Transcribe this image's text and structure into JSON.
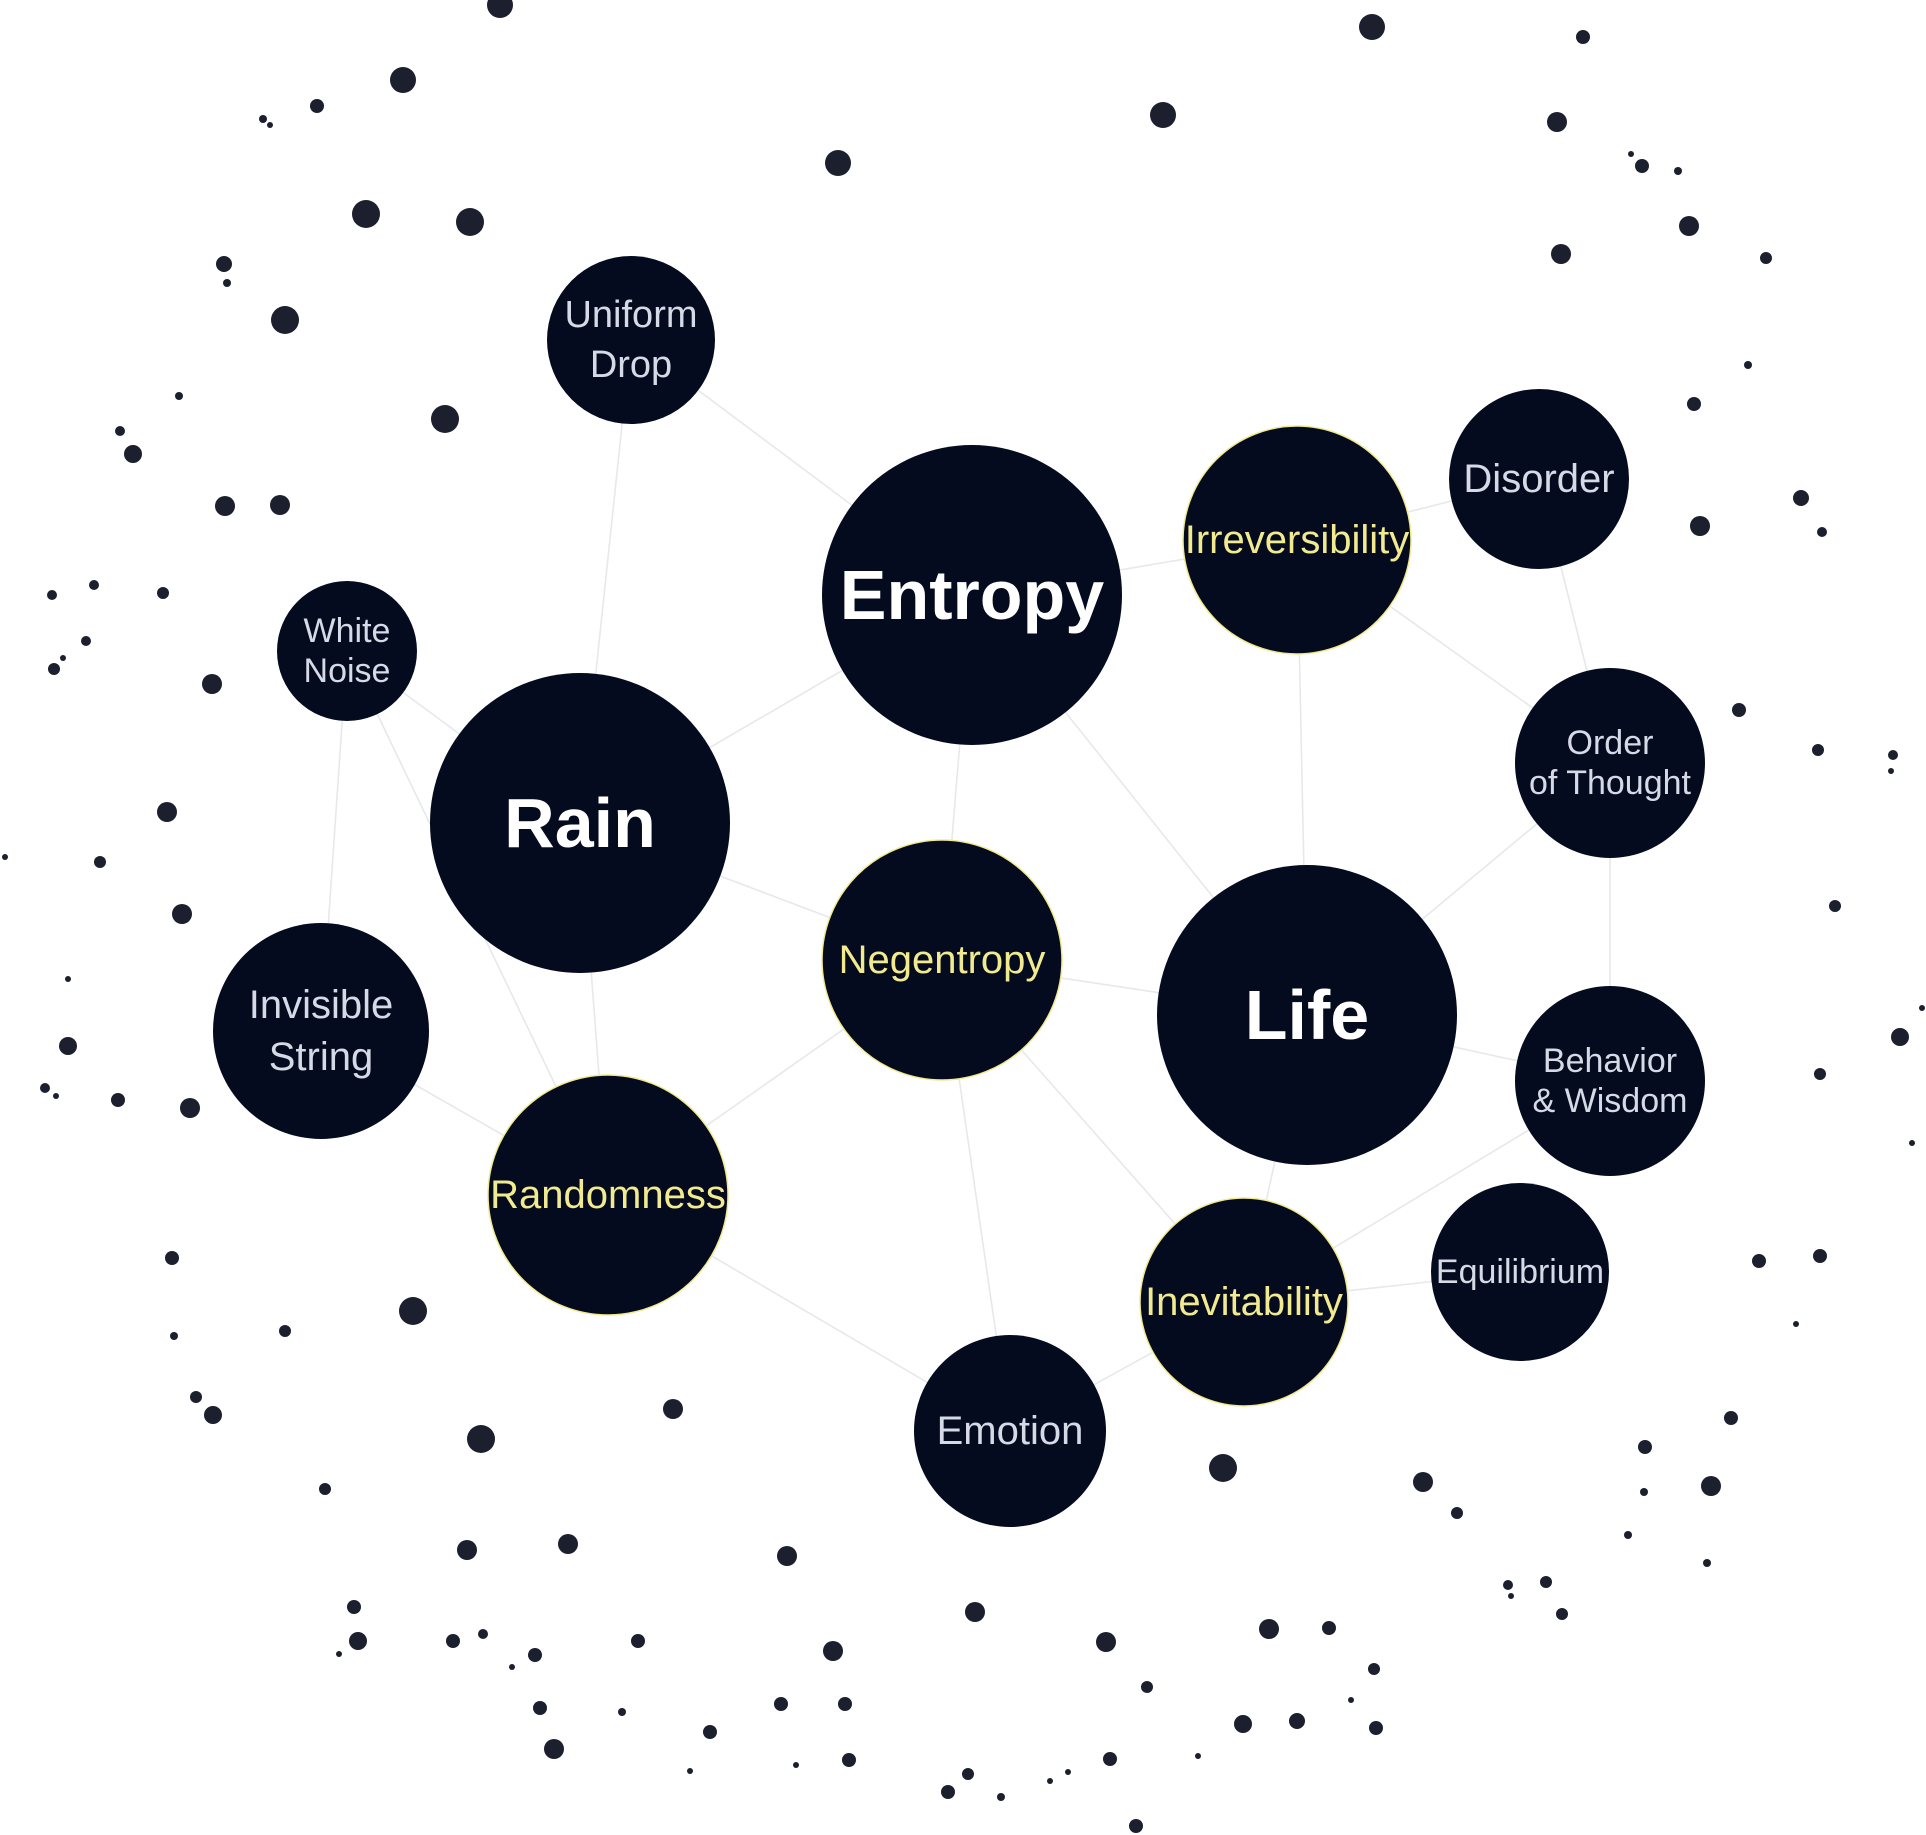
{
  "colors": {
    "background": "#ffffff",
    "node_fill": "#040b1e",
    "dot_fill": "#1c1f2e",
    "edge": "#e6e8ec",
    "label_primary": "#ffffff",
    "label_secondary": "#d6dae6",
    "label_highlight": "#f2ea8f"
  },
  "nodes": [
    {
      "id": "entropy",
      "lines": [
        "Entropy"
      ],
      "tier": "primary"
    },
    {
      "id": "rain",
      "lines": [
        "Rain"
      ],
      "tier": "primary"
    },
    {
      "id": "life",
      "lines": [
        "Life"
      ],
      "tier": "primary"
    },
    {
      "id": "negentropy",
      "lines": [
        "Negentropy"
      ],
      "tier": "highlight"
    },
    {
      "id": "irreversibility",
      "lines": [
        "Irreversibility"
      ],
      "tier": "highlight"
    },
    {
      "id": "randomness",
      "lines": [
        "Randomness"
      ],
      "tier": "highlight"
    },
    {
      "id": "inevitability",
      "lines": [
        "Inevitability"
      ],
      "tier": "highlight"
    },
    {
      "id": "uniform-drop",
      "lines": [
        "Uniform",
        "Drop"
      ],
      "tier": "secondary"
    },
    {
      "id": "white-noise",
      "lines": [
        "White",
        "Noise"
      ],
      "tier": "secondary"
    },
    {
      "id": "invisible-string",
      "lines": [
        "Invisible",
        "String"
      ],
      "tier": "secondary"
    },
    {
      "id": "emotion",
      "lines": [
        "Emotion"
      ],
      "tier": "secondary"
    },
    {
      "id": "disorder",
      "lines": [
        "Disorder"
      ],
      "tier": "secondary"
    },
    {
      "id": "order-of-thought",
      "lines": [
        "Order",
        "of Thought"
      ],
      "tier": "secondary"
    },
    {
      "id": "behavior-wisdom",
      "lines": [
        "Behavior",
        "& Wisdom"
      ],
      "tier": "secondary"
    },
    {
      "id": "equilibrium",
      "lines": [
        "Equilibrium"
      ],
      "tier": "secondary"
    }
  ],
  "edges": [
    [
      "uniform-drop",
      "entropy"
    ],
    [
      "uniform-drop",
      "rain"
    ],
    [
      "rain",
      "entropy"
    ],
    [
      "rain",
      "white-noise"
    ],
    [
      "rain",
      "negentropy"
    ],
    [
      "rain",
      "randomness"
    ],
    [
      "white-noise",
      "invisible-string"
    ],
    [
      "white-noise",
      "randomness"
    ],
    [
      "invisible-string",
      "randomness"
    ],
    [
      "entropy",
      "irreversibility"
    ],
    [
      "entropy",
      "negentropy"
    ],
    [
      "entropy",
      "life"
    ],
    [
      "irreversibility",
      "disorder"
    ],
    [
      "irreversibility",
      "order-of-thought"
    ],
    [
      "irreversibility",
      "life"
    ],
    [
      "disorder",
      "order-of-thought"
    ],
    [
      "order-of-thought",
      "life"
    ],
    [
      "order-of-thought",
      "behavior-wisdom"
    ],
    [
      "negentropy",
      "randomness"
    ],
    [
      "negentropy",
      "life"
    ],
    [
      "negentropy",
      "emotion"
    ],
    [
      "negentropy",
      "inevitability"
    ],
    [
      "life",
      "behavior-wisdom"
    ],
    [
      "life",
      "inevitability"
    ],
    [
      "randomness",
      "emotion"
    ],
    [
      "emotion",
      "inevitability"
    ],
    [
      "inevitability",
      "equilibrium"
    ],
    [
      "inevitability",
      "behavior-wisdom"
    ]
  ]
}
